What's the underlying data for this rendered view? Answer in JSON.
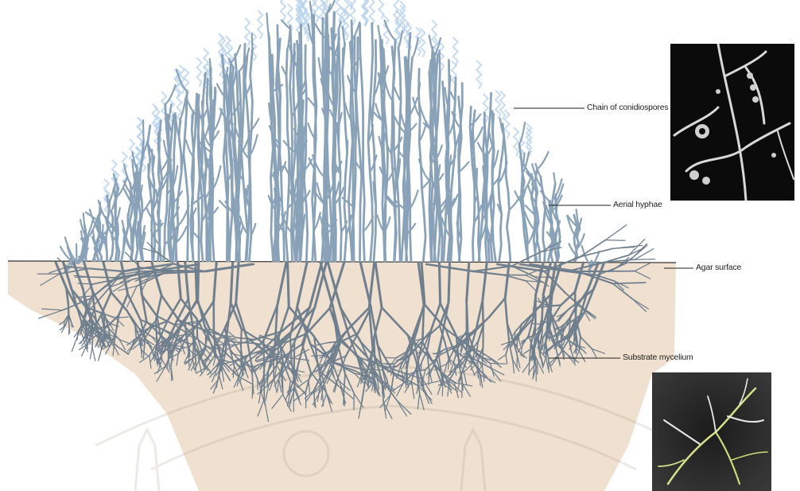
{
  "labels": {
    "conidiospores": "Chain of conidiospores",
    "aerial": "Aerial hyphae",
    "agar": "Agar surface",
    "substrate": "Substrate mycelium"
  },
  "colors": {
    "agar": "#efe0cf",
    "hyphae_aerial": "#8aa2b8",
    "hyphae_substrate": "#6f7f8e",
    "spores": "#b9d3ec",
    "photo_bg": "#0b0b0b",
    "photo_hyphae_top": "#d8d8d8",
    "photo_hyphae_bottom": "#c9d97a"
  }
}
